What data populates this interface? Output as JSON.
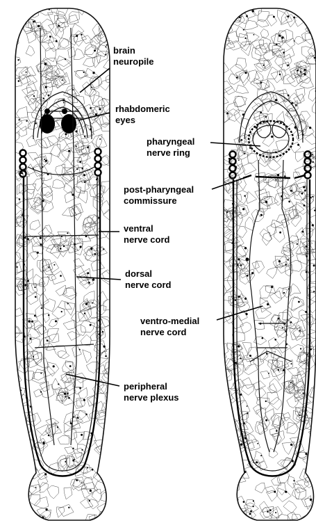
{
  "labels": {
    "brain_neuropile": [
      "brain",
      "neuropile"
    ],
    "rhabdomeric_eyes": [
      "rhabdomeric",
      "eyes"
    ],
    "pharyngeal_nerve_ring": [
      "pharyngeal",
      "nerve ring"
    ],
    "post_pharyngeal_commissure": [
      "post-pharyngeal",
      "commissure"
    ],
    "ventral_nerve_cord": [
      "ventral",
      "nerve cord"
    ],
    "dorsal_nerve_cord": [
      "dorsal",
      "nerve cord"
    ],
    "ventro_medial_nerve_cord": [
      "ventro-medial",
      "nerve cord"
    ],
    "peripheral_nerve_plexus": [
      "peripheral",
      "nerve plexus"
    ]
  },
  "colors": {
    "ink": "#000000",
    "background": "#ffffff"
  }
}
